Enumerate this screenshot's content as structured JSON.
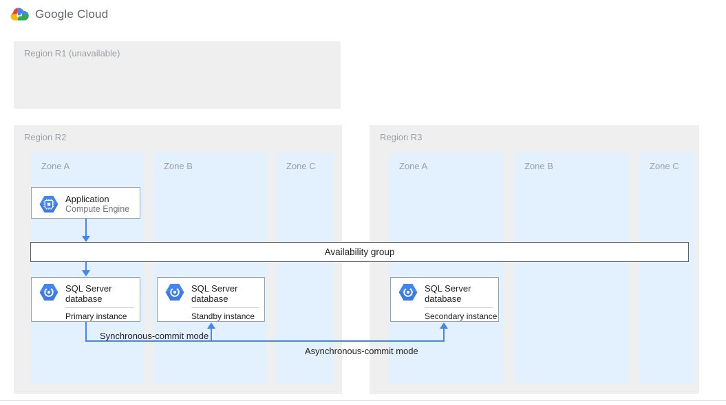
{
  "header": {
    "logo_text": "Google Cloud",
    "logo_icon": "google-cloud-logo-icon"
  },
  "regions": {
    "r1": {
      "label": "Region R1 (unavailable)",
      "zones": []
    },
    "r2": {
      "label": "Region R2",
      "zones": [
        "Zone A",
        "Zone B",
        "Zone C"
      ]
    },
    "r3": {
      "label": "Region R3",
      "zones": [
        "Zone A",
        "Zone B",
        "Zone C"
      ]
    }
  },
  "nodes": {
    "application": {
      "title": "Application",
      "subtitle": "Compute Engine",
      "icon": "compute-engine-icon"
    },
    "availability_group": {
      "label": "Availability group"
    },
    "sql_primary": {
      "title": "SQL Server database",
      "instance": "Primary instance",
      "icon": "sql-server-icon"
    },
    "sql_standby": {
      "title": "SQL Server database",
      "instance": "Standby instance",
      "icon": "sql-server-icon"
    },
    "sql_secondary": {
      "title": "SQL Server database",
      "instance": "Secondary instance",
      "icon": "sql-server-icon"
    }
  },
  "edges": {
    "sync": {
      "label": "Synchronous-commit mode"
    },
    "async": {
      "label": "Asynchronous-commit mode"
    }
  },
  "colors": {
    "arrow_blue": "#4285f4",
    "hexagon_blue": "#4285f4",
    "region_bg": "#efefef",
    "zone_bg": "#e3f0fd",
    "logo_red": "#ea4335",
    "logo_yellow": "#fbbc04",
    "logo_green": "#34a853",
    "logo_gray_text": "#5f6368"
  }
}
